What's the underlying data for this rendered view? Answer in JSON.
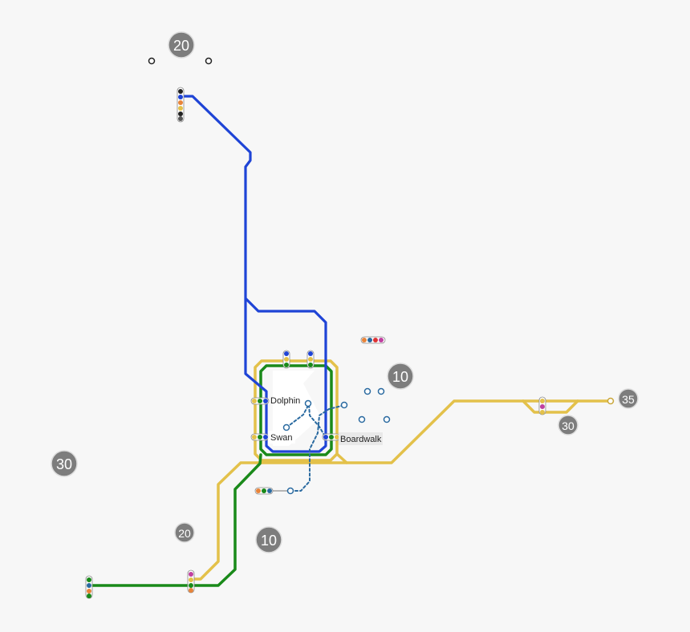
{
  "colors": {
    "background": "#f7f7f7",
    "blue_line": "#1f44d6",
    "green_line": "#1a8a1a",
    "yellow_line": "#e3c14a",
    "dashed_line": "#2a6aa0",
    "badge": "#7d7d7d",
    "district": "#ffffff"
  },
  "map": {
    "zone_badges": [
      {
        "id": "badge-20-top",
        "label": "20",
        "size": "large"
      },
      {
        "id": "badge-10-east",
        "label": "10",
        "size": "large"
      },
      {
        "id": "badge-35-east",
        "label": "35",
        "size": "small"
      },
      {
        "id": "badge-30-east",
        "label": "30",
        "size": "small"
      },
      {
        "id": "badge-30-west",
        "label": "30",
        "size": "large"
      },
      {
        "id": "badge-20-southwest",
        "label": "20",
        "size": "small"
      },
      {
        "id": "badge-10-south",
        "label": "10",
        "size": "large"
      }
    ],
    "stations": {
      "dolphin": "Dolphin",
      "swan": "Swan",
      "boardwalk": "Boardwalk"
    }
  }
}
